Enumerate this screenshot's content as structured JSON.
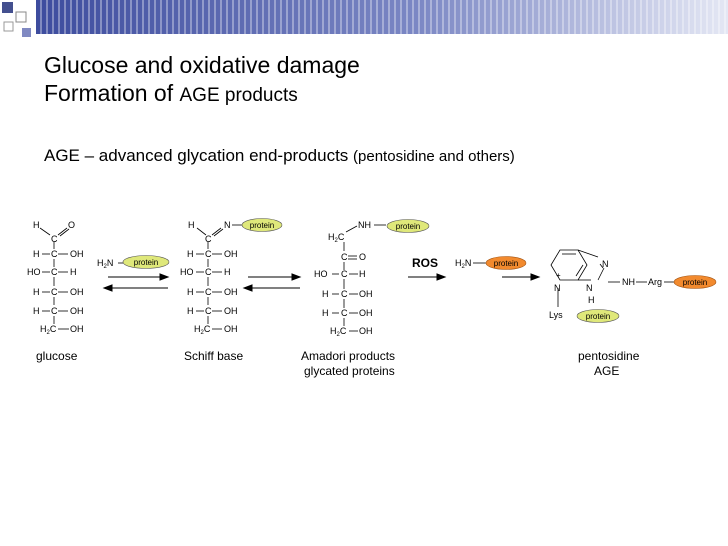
{
  "title_line1": "Glucose and oxidative damage",
  "title_line2_main": "Formation of ",
  "title_line2_small": "AGE products",
  "subtitle_main": "AGE – advanced glycation end-products ",
  "subtitle_small": "(pentosidine and others)",
  "labels": {
    "H": "H",
    "O": "O",
    "C": "C",
    "OH": "OH",
    "HO": "HO",
    "N": "N",
    "NH": "NH",
    "H2": "H",
    "sub2": "2",
    "protein": "protein",
    "ROS": "ROS",
    "Arg": "Arg",
    "Lys": "Lys",
    "plus": "+"
  },
  "captions": {
    "glucose": "glucose",
    "schiff": "Schiff base",
    "amadori1": "Amadori products",
    "amadori2": "glycated proteins",
    "pento1": "pentosidine",
    "pento2": "AGE"
  },
  "colors": {
    "protein_green": "#dfe87a",
    "protein_orange": "#f28a2e",
    "bar_blue": "#5a6ab0"
  }
}
